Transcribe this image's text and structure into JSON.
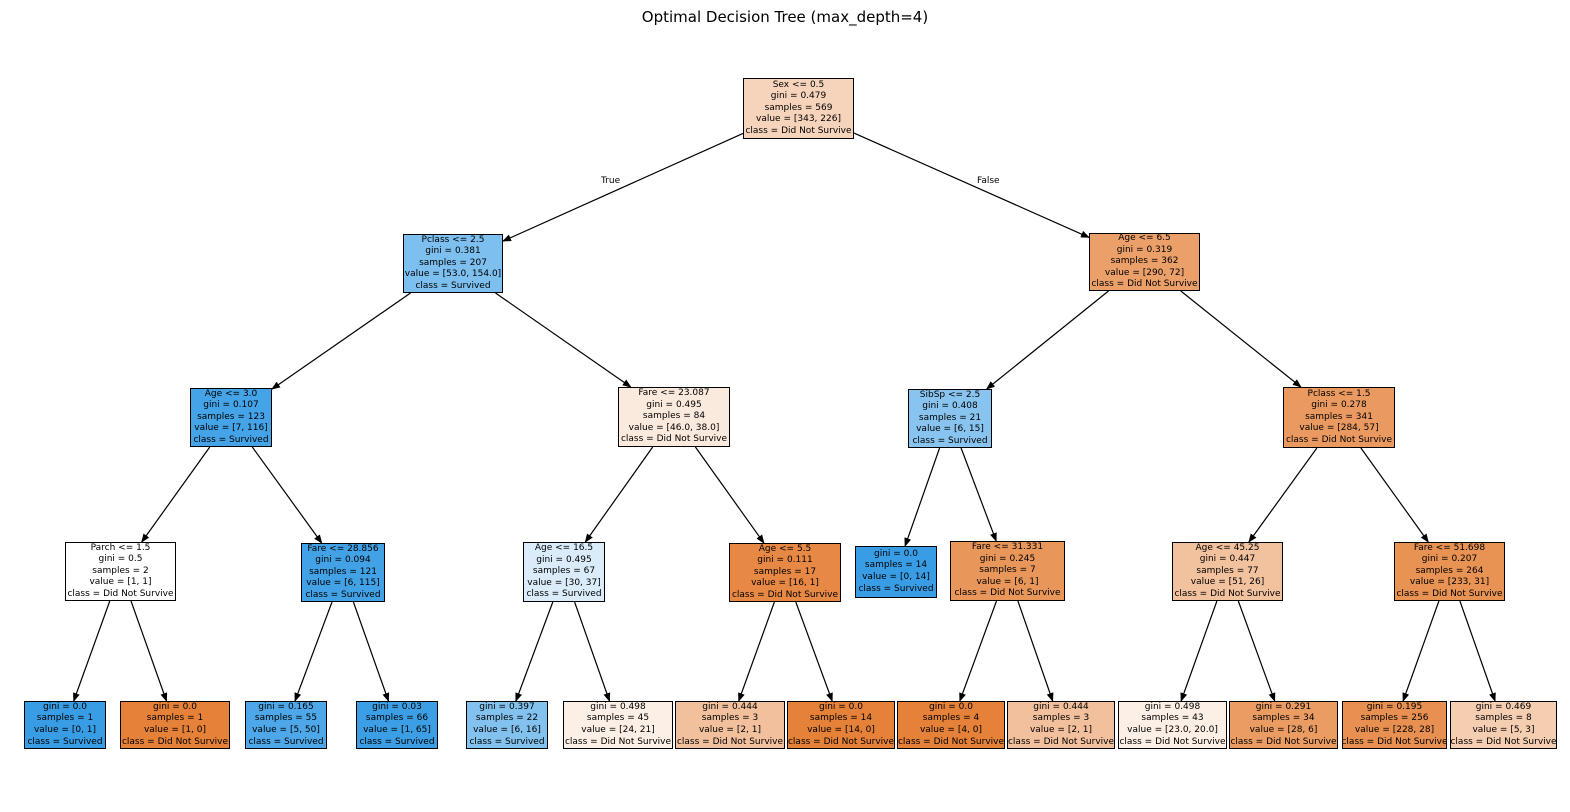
{
  "title": "Optimal Decision Tree (max_depth=4)",
  "edge_labels": {
    "true_label": "True",
    "false_label": "False"
  },
  "palette": {
    "did_not_survive": "#e58139",
    "survived": "#399de5"
  },
  "nodes": [
    {
      "condition": "Sex <= 0.5",
      "gini": "gini = 0.479",
      "samples": "samples = 569",
      "value": "value = [343, 226]",
      "class": "class = Did Not Survive",
      "color": "#f6d4bc"
    },
    {
      "condition": "Pclass <= 2.5",
      "gini": "gini = 0.381",
      "samples": "samples = 207",
      "value": "value = [53.0, 154.0]",
      "class": "class = Survived",
      "color": "#7dbfee"
    },
    {
      "condition": "Age <= 6.5",
      "gini": "gini = 0.319",
      "samples": "samples = 362",
      "value": "value = [290, 72]",
      "class": "class = Did Not Survive",
      "color": "#eba06a"
    },
    {
      "condition": "Age <= 3.0",
      "gini": "gini = 0.107",
      "samples": "samples = 123",
      "value": "value = [7, 116]",
      "class": "class = Survived",
      "color": "#45a3e7"
    },
    {
      "condition": "Fare <= 23.087",
      "gini": "gini = 0.495",
      "samples": "samples = 84",
      "value": "value = [46.0, 38.0]",
      "class": "class = Did Not Survive",
      "color": "#fae9dd"
    },
    {
      "condition": "SibSp <= 2.5",
      "gini": "gini = 0.408",
      "samples": "samples = 21",
      "value": "value = [6, 15]",
      "class": "class = Survived",
      "color": "#88c4ef"
    },
    {
      "condition": "Pclass <= 1.5",
      "gini": "gini = 0.278",
      "samples": "samples = 341",
      "value": "value = [284, 57]",
      "class": "class = Did Not Survive",
      "color": "#ea9a61"
    },
    {
      "condition": "Parch <= 1.5",
      "gini": "gini = 0.5",
      "samples": "samples = 2",
      "value": "value = [1, 1]",
      "class": "class = Did Not Survive",
      "color": "#ffffff"
    },
    {
      "condition": "Fare <= 28.856",
      "gini": "gini = 0.094",
      "samples": "samples = 121",
      "value": "value = [6, 115]",
      "class": "class = Survived",
      "color": "#43a2e6"
    },
    {
      "condition": "Age <= 16.5",
      "gini": "gini = 0.495",
      "samples": "samples = 67",
      "value": "value = [30, 37]",
      "class": "class = Survived",
      "color": "#daecfa"
    },
    {
      "condition": "Age <= 5.5",
      "gini": "gini = 0.111",
      "samples": "samples = 17",
      "value": "value = [16, 1]",
      "class": "class = Did Not Survive",
      "color": "#e78945"
    },
    {
      "gini": "gini = 0.0",
      "samples": "samples = 14",
      "value": "value = [0, 14]",
      "class": "class = Survived",
      "color": "#399de5"
    },
    {
      "condition": "Fare <= 31.331",
      "gini": "gini = 0.245",
      "samples": "samples = 7",
      "value": "value = [6, 1]",
      "class": "class = Did Not Survive",
      "color": "#e9965a"
    },
    {
      "condition": "Age <= 45.25",
      "gini": "gini = 0.447",
      "samples": "samples = 77",
      "value": "value = [51, 26]",
      "class": "class = Did Not Survive",
      "color": "#f2c19e"
    },
    {
      "condition": "Fare <= 51.698",
      "gini": "gini = 0.207",
      "samples": "samples = 264",
      "value": "value = [233, 31]",
      "class": "class = Did Not Survive",
      "color": "#e89253"
    },
    {
      "gini": "gini = 0.0",
      "samples": "samples = 1",
      "value": "value = [0, 1]",
      "class": "class = Survived",
      "color": "#399de5"
    },
    {
      "gini": "gini = 0.0",
      "samples": "samples = 1",
      "value": "value = [1, 0]",
      "class": "class = Did Not Survive",
      "color": "#e58139"
    },
    {
      "gini": "gini = 0.165",
      "samples": "samples = 55",
      "value": "value = [5, 50]",
      "class": "class = Survived",
      "color": "#4da7e8"
    },
    {
      "gini": "gini = 0.03",
      "samples": "samples = 66",
      "value": "value = [1, 65]",
      "class": "class = Survived",
      "color": "#3c9fe5"
    },
    {
      "gini": "gini = 0.397",
      "samples": "samples = 22",
      "value": "value = [6, 16]",
      "class": "class = Survived",
      "color": "#83c2ef"
    },
    {
      "gini": "gini = 0.498",
      "samples": "samples = 45",
      "value": "value = [24, 21]",
      "class": "class = Did Not Survive",
      "color": "#fcefe6"
    },
    {
      "gini": "gini = 0.444",
      "samples": "samples = 3",
      "value": "value = [2, 1]",
      "class": "class = Did Not Survive",
      "color": "#f2c09c"
    },
    {
      "gini": "gini = 0.0",
      "samples": "samples = 14",
      "value": "value = [14, 0]",
      "class": "class = Did Not Survive",
      "color": "#e58139"
    },
    {
      "gini": "gini = 0.0",
      "samples": "samples = 4",
      "value": "value = [4, 0]",
      "class": "class = Did Not Survive",
      "color": "#e58139"
    },
    {
      "gini": "gini = 0.444",
      "samples": "samples = 3",
      "value": "value = [2, 1]",
      "class": "class = Did Not Survive",
      "color": "#f2c09c"
    },
    {
      "gini": "gini = 0.498",
      "samples": "samples = 43",
      "value": "value = [23.0, 20.0]",
      "class": "class = Did Not Survive",
      "color": "#fcefe5"
    },
    {
      "gini": "gini = 0.291",
      "samples": "samples = 34",
      "value": "value = [28, 6]",
      "class": "class = Did Not Survive",
      "color": "#eb9c63"
    },
    {
      "gini": "gini = 0.195",
      "samples": "samples = 256",
      "value": "value = [228, 28]",
      "class": "class = Did Not Survive",
      "color": "#e89051"
    },
    {
      "gini": "gini = 0.469",
      "samples": "samples = 8",
      "value": "value = [5, 3]",
      "class": "class = Did Not Survive",
      "color": "#f5cdb0"
    }
  ],
  "edges": [
    [
      0,
      1
    ],
    [
      0,
      2
    ],
    [
      1,
      3
    ],
    [
      1,
      4
    ],
    [
      2,
      5
    ],
    [
      2,
      6
    ],
    [
      3,
      7
    ],
    [
      3,
      8
    ],
    [
      4,
      9
    ],
    [
      4,
      10
    ],
    [
      5,
      11
    ],
    [
      5,
      12
    ],
    [
      6,
      13
    ],
    [
      6,
      14
    ],
    [
      7,
      15
    ],
    [
      7,
      16
    ],
    [
      8,
      17
    ],
    [
      8,
      18
    ],
    [
      9,
      19
    ],
    [
      9,
      20
    ],
    [
      10,
      21
    ],
    [
      10,
      22
    ],
    [
      12,
      23
    ],
    [
      12,
      24
    ],
    [
      13,
      25
    ],
    [
      13,
      26
    ],
    [
      14,
      27
    ],
    [
      14,
      28
    ]
  ]
}
